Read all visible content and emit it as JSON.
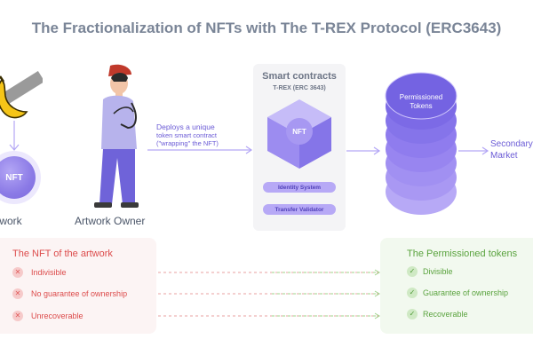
{
  "title": "The Fractionalization of NFTs with The T-REX Protocol (ERC3643)",
  "artwork": {
    "nft_label": "NFT",
    "label": "Artwork"
  },
  "owner": {
    "label": "Artwork Owner"
  },
  "deploy": {
    "line1": "Deploys a unique",
    "line2": "token smart contract",
    "line3": "(\"wrapping\" the NFT)"
  },
  "smart_contract": {
    "title": "Smart contracts",
    "subtitle": "T-REX (ERC 3643)",
    "nft_label": "NFT",
    "identity_system": "Identity System",
    "transfer_validator": "Transfer Validator"
  },
  "tokens": {
    "line1": "Permissioned",
    "line2": "Tokens"
  },
  "secondary": {
    "line1": "Secondary",
    "line2": "Market"
  },
  "nft_panel": {
    "title": "The NFT of the artwork",
    "items": [
      "Indivisible",
      "No guarantee of ownership",
      "Unrecoverable"
    ],
    "icon": "x-icon"
  },
  "perm_panel": {
    "title": "The Permissioned tokens",
    "items": [
      "Divisible",
      "Guarantee of ownership",
      "Recoverable"
    ],
    "icon": "check-icon"
  },
  "colors": {
    "accent_purple": "#6b5bd6",
    "negative_red": "#dc4b4b",
    "positive_green": "#5aa33e"
  }
}
